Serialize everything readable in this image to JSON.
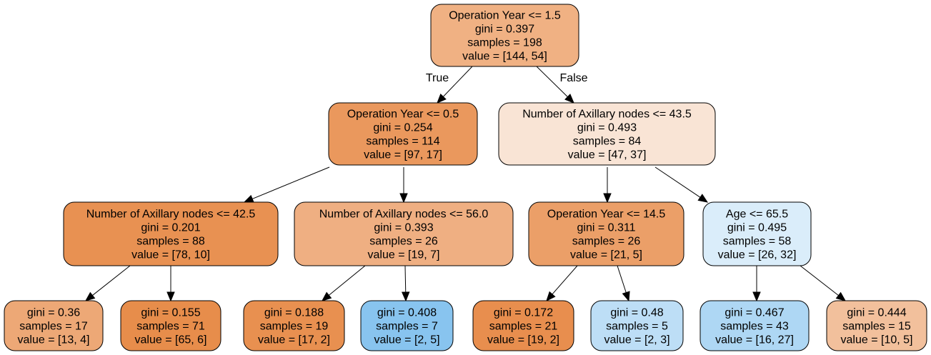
{
  "tree": {
    "nodes": [
      {
        "id": "n0",
        "lines": [
          "Operation Year <= 1.5",
          "gini = 0.397",
          "samples = 198",
          "value = [144, 54]"
        ],
        "fill": "#f0b183"
      },
      {
        "id": "n1",
        "lines": [
          "Operation Year <= 0.5",
          "gini = 0.254",
          "samples = 114",
          "value = [97, 17]"
        ],
        "fill": "#ea985d"
      },
      {
        "id": "n2",
        "lines": [
          "Number of Axillary nodes <= 43.5",
          "gini = 0.493",
          "samples = 84",
          "value = [47, 37]"
        ],
        "fill": "#f9e4d5"
      },
      {
        "id": "n3",
        "lines": [
          "Number of Axillary nodes <= 42.5",
          "gini = 0.201",
          "samples = 88",
          "value = [78, 10]"
        ],
        "fill": "#e89152"
      },
      {
        "id": "n4",
        "lines": [
          "Number of Axillary nodes <= 56.0",
          "gini = 0.393",
          "samples = 26",
          "value = [19, 7]"
        ],
        "fill": "#efaf82"
      },
      {
        "id": "n5",
        "lines": [
          "Operation Year <= 14.5",
          "gini = 0.311",
          "samples = 26",
          "value = [21, 5]"
        ],
        "fill": "#eb9f68"
      },
      {
        "id": "n6",
        "lines": [
          "Age <= 65.5",
          "gini = 0.495",
          "samples = 58",
          "value = [26, 32]"
        ],
        "fill": "#daedfa"
      },
      {
        "id": "n7",
        "lines": [
          "gini = 0.36",
          "samples = 17",
          "value = [13, 4]"
        ],
        "fill": "#eda876"
      },
      {
        "id": "n8",
        "lines": [
          "gini = 0.155",
          "samples = 71",
          "value = [65, 6]"
        ],
        "fill": "#e78d4b"
      },
      {
        "id": "n9",
        "lines": [
          "gini = 0.188",
          "samples = 19",
          "value = [17, 2]"
        ],
        "fill": "#e89050"
      },
      {
        "id": "n10",
        "lines": [
          "gini = 0.408",
          "samples = 7",
          "value = [2, 5]"
        ],
        "fill": "#88c4ef"
      },
      {
        "id": "n11",
        "lines": [
          "gini = 0.172",
          "samples = 21",
          "value = [19, 2]"
        ],
        "fill": "#e88e4e"
      },
      {
        "id": "n12",
        "lines": [
          "gini = 0.48",
          "samples = 5",
          "value = [2, 3]"
        ],
        "fill": "#bddef6"
      },
      {
        "id": "n13",
        "lines": [
          "gini = 0.467",
          "samples = 43",
          "value = [16, 27]"
        ],
        "fill": "#aed7f4"
      },
      {
        "id": "n14",
        "lines": [
          "gini = 0.444",
          "samples = 15",
          "value = [10, 5]"
        ],
        "fill": "#f2c09c"
      }
    ],
    "edges": [
      {
        "from": "n0",
        "to": "n1",
        "label": "True"
      },
      {
        "from": "n0",
        "to": "n2",
        "label": "False"
      },
      {
        "from": "n1",
        "to": "n3",
        "label": ""
      },
      {
        "from": "n1",
        "to": "n4",
        "label": ""
      },
      {
        "from": "n2",
        "to": "n5",
        "label": ""
      },
      {
        "from": "n2",
        "to": "n6",
        "label": ""
      },
      {
        "from": "n3",
        "to": "n7",
        "label": ""
      },
      {
        "from": "n3",
        "to": "n8",
        "label": ""
      },
      {
        "from": "n4",
        "to": "n9",
        "label": ""
      },
      {
        "from": "n4",
        "to": "n10",
        "label": ""
      },
      {
        "from": "n5",
        "to": "n11",
        "label": ""
      },
      {
        "from": "n5",
        "to": "n12",
        "label": ""
      },
      {
        "from": "n6",
        "to": "n13",
        "label": ""
      },
      {
        "from": "n6",
        "to": "n14",
        "label": ""
      }
    ]
  }
}
